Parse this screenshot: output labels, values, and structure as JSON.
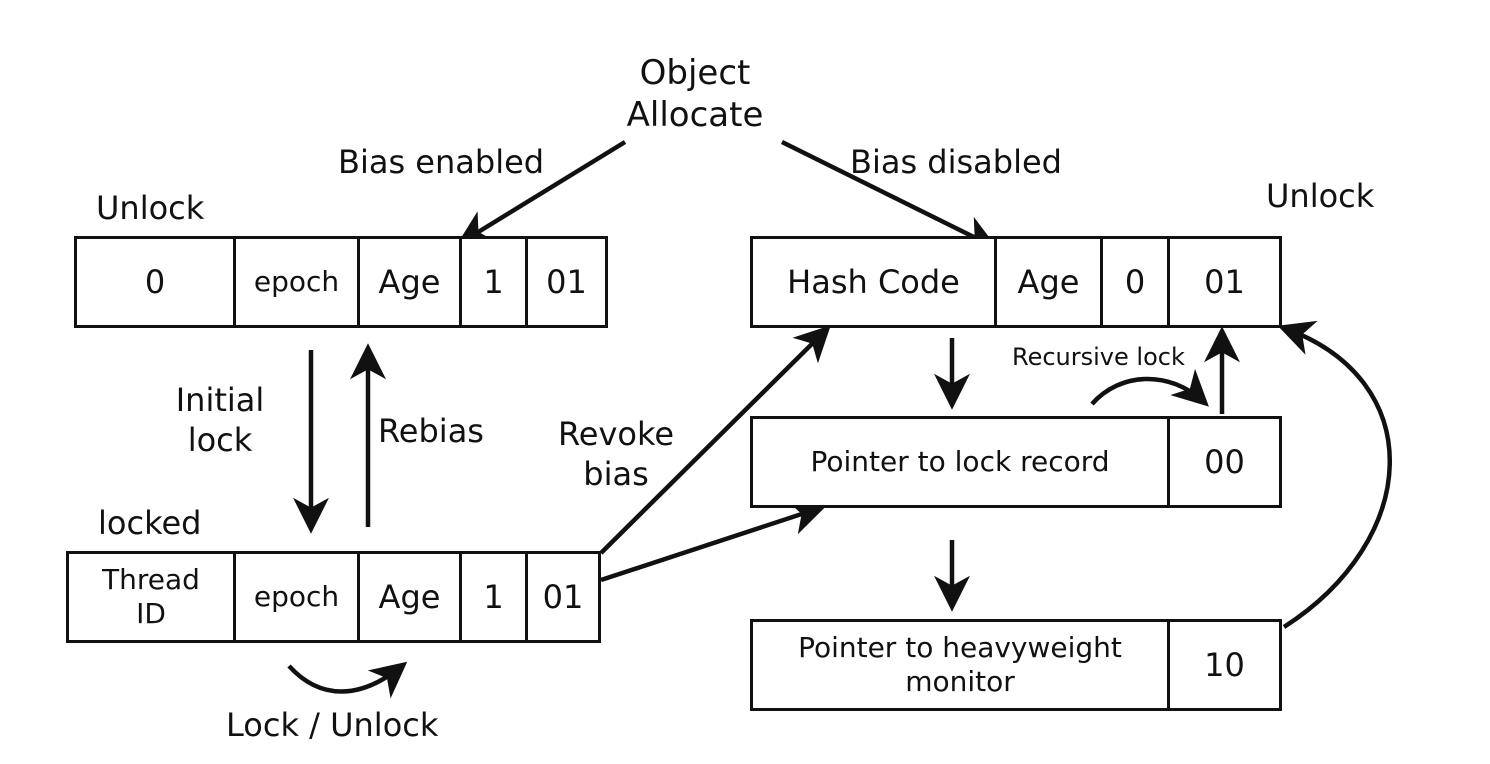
{
  "top": {
    "line1": "Object",
    "line2": "Allocate"
  },
  "edges": {
    "bias_enabled": "Bias enabled",
    "bias_disabled": "Bias disabled",
    "initial_lock_1": "Initial",
    "initial_lock_2": "lock",
    "rebias": "Rebias",
    "revoke_bias_1": "Revoke",
    "revoke_bias_2": "bias",
    "recursive_lock": "Recursive lock",
    "lock_unlock": "Lock / Unlock"
  },
  "biased_unlock": {
    "title": "Unlock",
    "cells": [
      "0",
      "epoch",
      "Age",
      "1",
      "01"
    ]
  },
  "biased_locked": {
    "title": "locked",
    "cells": [
      "Thread\nID",
      "epoch",
      "Age",
      "1",
      "01"
    ]
  },
  "normal_unlock": {
    "title": "Unlock",
    "cells": [
      "Hash Code",
      "Age",
      "0",
      "01"
    ]
  },
  "lightweight": {
    "cells": [
      "Pointer to lock record",
      "00"
    ]
  },
  "heavyweight": {
    "cells": [
      "Pointer to heavyweight\nmonitor",
      "10"
    ]
  }
}
